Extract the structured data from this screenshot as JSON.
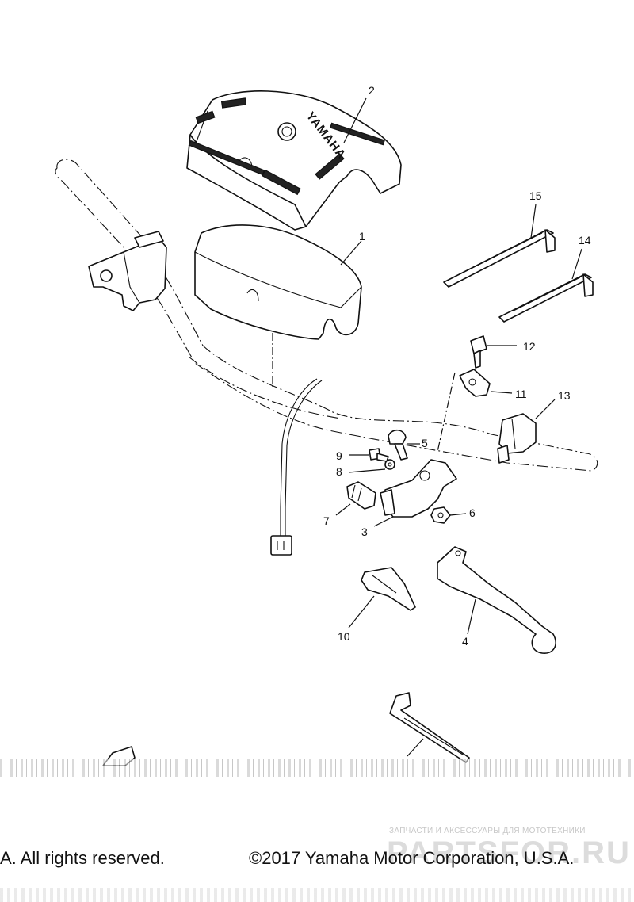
{
  "callouts": {
    "c1": "1",
    "c2": "2",
    "c3": "3",
    "c4": "4",
    "c5": "5",
    "c6": "6",
    "c7": "7",
    "c8": "8",
    "c9": "9",
    "c10": "10",
    "c11": "11",
    "c12": "12",
    "c13": "13",
    "c14": "14",
    "c15": "15"
  },
  "pad_logo": "YAMAHA",
  "watermark": {
    "subtitle": "ЗАПЧАСТИ И АКСЕССУАРЫ ДЛЯ МОТОТЕХНИКИ",
    "logo": "PARTSFOR.RU"
  },
  "footer": {
    "left": "A. All rights reserved.",
    "right": "©2017 Yamaha Motor Corporation, U.S.A."
  }
}
